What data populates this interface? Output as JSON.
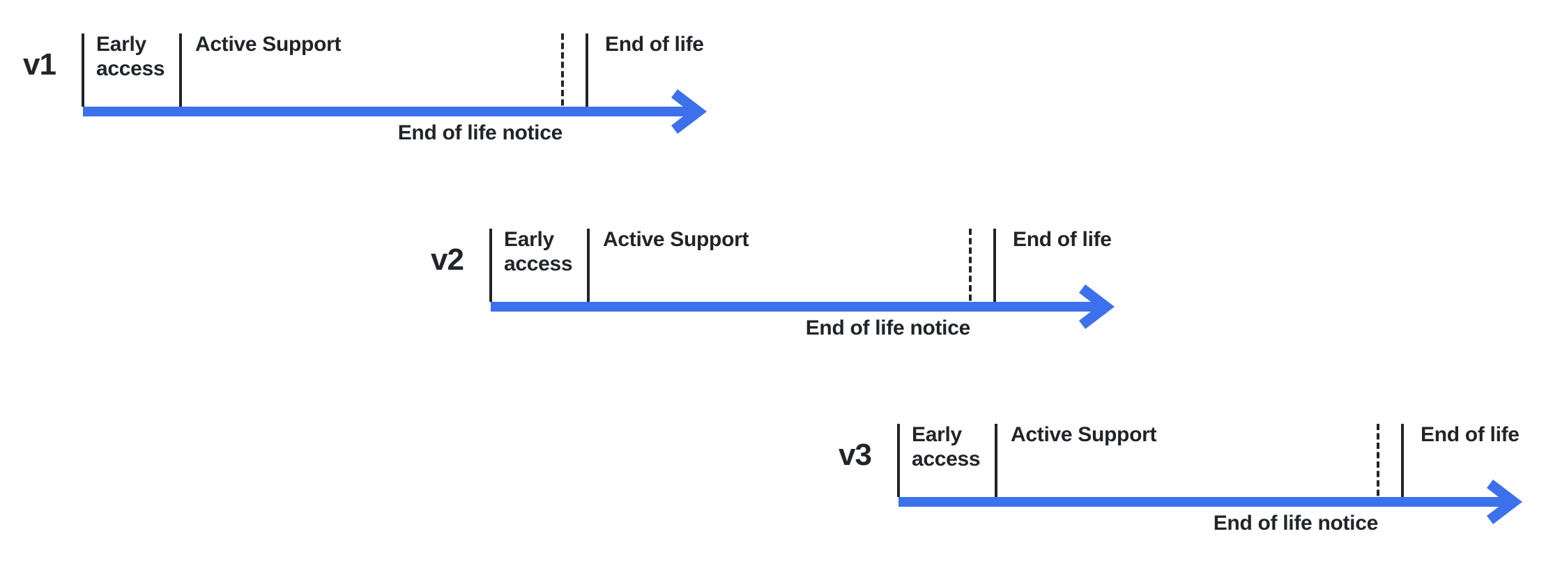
{
  "colors": {
    "accent": "#3D70EB",
    "ink": "#212429"
  },
  "versions": [
    {
      "version": "v1",
      "early_access": "Early access",
      "active_support": "Active Support",
      "end_of_life": "End of life",
      "eol_notice": "End of life notice"
    },
    {
      "version": "v2",
      "early_access": "Early access",
      "active_support": "Active Support",
      "end_of_life": "End of life",
      "eol_notice": "End of life notice"
    },
    {
      "version": "v3",
      "early_access": "Early access",
      "active_support": "Active Support",
      "end_of_life": "End of life",
      "eol_notice": "End of life notice"
    }
  ]
}
